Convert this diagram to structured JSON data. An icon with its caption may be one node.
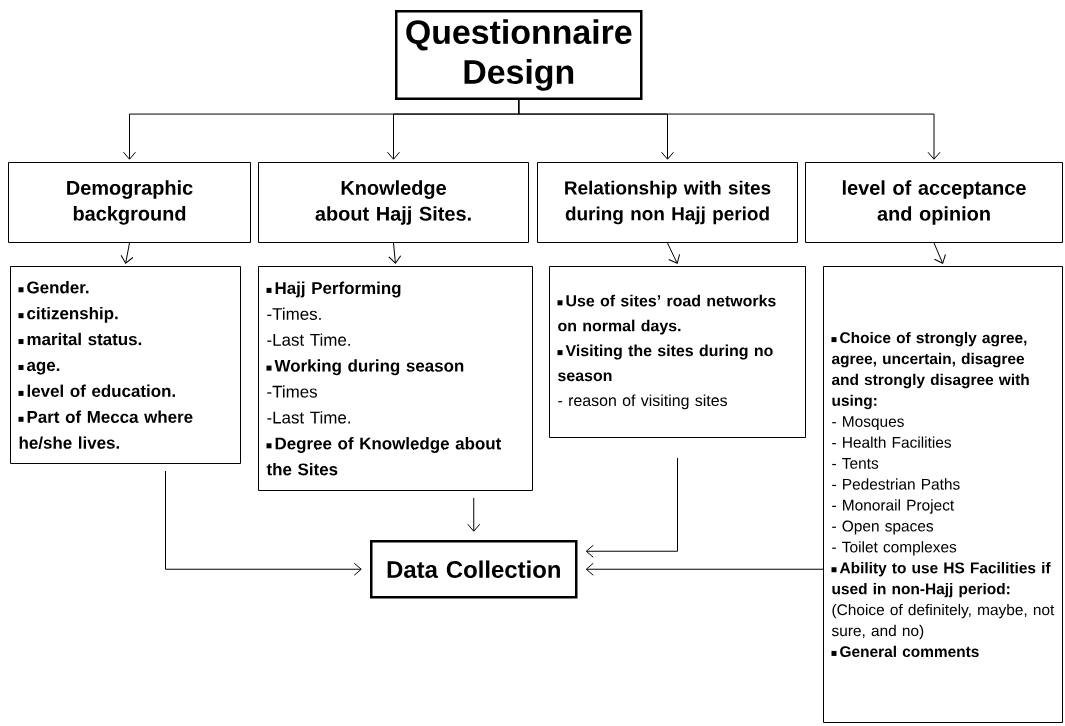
{
  "diagram": {
    "nodes": [
      {
        "text": [
          "Questionnaire Design"
        ]
      },
      {
        "text": [
          "Demographic background"
        ]
      },
      {
        "text": [
          "Knowledge about Hajj Sites."
        ]
      },
      {
        "text": [
          "Relationship with sites during non Hajj period"
        ]
      },
      {
        "text": [
          "level of acceptance and opinion"
        ]
      },
      {
        "text": [
          "Gender.",
          "citizenship.",
          "marital status.",
          "age.",
          "level of education.",
          "Part of Mecca where he/she lives."
        ]
      },
      {
        "text": [
          "Hajj Performing",
          "-Times.",
          "-Last Time.",
          "Working during season",
          "-Times",
          "-Last Time.",
          "Degree of Knowledge about the Sites"
        ]
      },
      {
        "text": [
          "Use of sites’ road networks on normal days.",
          "Visiting the sites during no season",
          "- reason of visiting sites"
        ]
      },
      {
        "text": [
          "Choice of strongly agree, agree, uncertain, disagree and strongly disagree with using:",
          "- Mosques",
          "- Health Facilities",
          "- Tents",
          "- Pedestrian Paths",
          "- Monorail Project",
          "- Open spaces",
          "- Toilet complexes",
          "Ability to use HS Facilities if used in non-Hajj period:",
          "(Choice of definitely, maybe, not sure, and no)",
          "General comments"
        ]
      },
      {
        "text": [
          "Data Collection"
        ]
      }
    ],
    "edges": [
      {
        "from": 0,
        "to": 1,
        "arrow": "to"
      },
      {
        "from": 0,
        "to": 2,
        "arrow": "to"
      },
      {
        "from": 0,
        "to": 3,
        "arrow": "to"
      },
      {
        "from": 0,
        "to": 4,
        "arrow": "to"
      },
      {
        "from": 1,
        "to": 5,
        "arrow": "to"
      },
      {
        "from": 2,
        "to": 6,
        "arrow": "to"
      },
      {
        "from": 3,
        "to": 7,
        "arrow": "to"
      },
      {
        "from": 4,
        "to": 8,
        "arrow": "to"
      },
      {
        "from": 5,
        "to": 9,
        "arrow": "to"
      },
      {
        "from": 6,
        "to": 9,
        "arrow": "to"
      },
      {
        "from": 7,
        "to": 9,
        "arrow": "to"
      },
      {
        "from": 8,
        "to": 9,
        "arrow": "to"
      }
    ]
  }
}
